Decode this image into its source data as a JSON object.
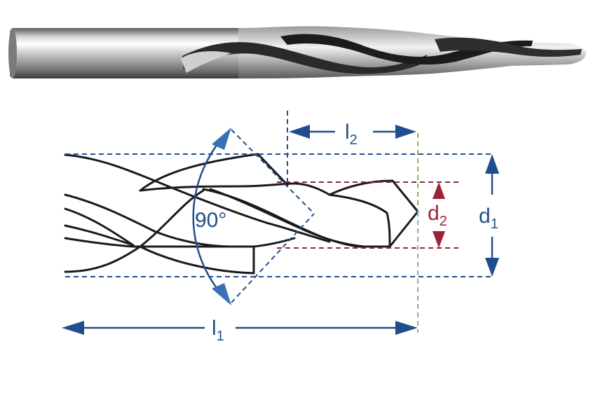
{
  "labels": {
    "l1": {
      "main": "l",
      "sub": "1"
    },
    "l2": {
      "main": "l",
      "sub": "2"
    },
    "d1": {
      "main": "d",
      "sub": "1"
    },
    "d2": {
      "main": "d",
      "sub": "2"
    },
    "angle": "90°"
  },
  "colors": {
    "dimension": "#1f4e8c",
    "step_diameter": "#9b2335",
    "tip_line": "#7fbf3f",
    "outline": "#1a1a1a"
  }
}
